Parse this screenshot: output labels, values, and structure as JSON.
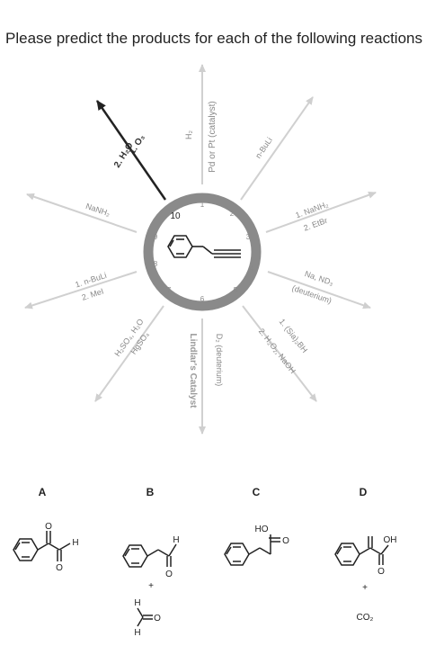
{
  "prompt": "Please predict the products for each of the following reactions",
  "wheel": {
    "center_number": "10",
    "positions": [
      "1",
      "2",
      "3",
      "4",
      "5",
      "6",
      "7",
      "8",
      "9"
    ],
    "reagents": {
      "top_h2": "H₂",
      "top_pd": "Pd or Pt (catalyst)",
      "nbuli": "n-BuLi",
      "nanh2_etbr_1": "1. NaNH₂",
      "nanh2_etbr_2": "2. EtBr",
      "na_nd3_1": "Na, ND₃",
      "na_nd3_2": "(deuterium)",
      "sia2bh_1": "1. (Sia)₂BH",
      "sia2bh_2": "2. H₂O₂, NaOH",
      "d2": "D₂ (deuterium)",
      "lindlar": "Lindlar's Catalyst",
      "h2so4": "H₂SO₄, H₂O",
      "hgso4": "HgSO₄",
      "nbuli_mei_1": "1. n-BuLi",
      "nbuli_mei_2": "2. MeI",
      "nanh2": "NaNH₂",
      "o3_1": "1. O₃",
      "o3_2": "2. H₂O"
    }
  },
  "options": [
    {
      "letter": "A"
    },
    {
      "letter": "B",
      "plus": "+",
      "h_top": "H",
      "h_bottom": "H",
      "o": "O",
      "h_ald": "H",
      "o_ald": "O"
    },
    {
      "letter": "C",
      "ho": "HO",
      "o": "O"
    },
    {
      "letter": "D",
      "oh": "OH",
      "o": "O",
      "plus": "+",
      "co2": "CO₂"
    }
  ],
  "option_a_atoms": {
    "h": "H",
    "o_top": "O",
    "o_bottom": "O"
  }
}
